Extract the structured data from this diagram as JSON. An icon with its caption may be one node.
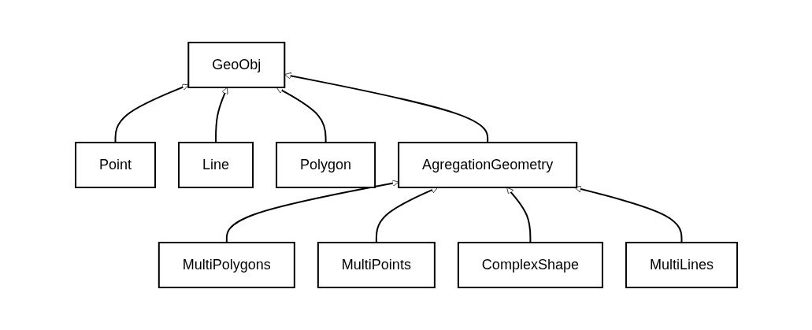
{
  "diagram": {
    "nodes": [
      {
        "text": [
          "Point"
        ]
      },
      {
        "text": [
          "Line"
        ]
      },
      {
        "text": [
          "Polygon"
        ]
      },
      {
        "text": [
          "GeoObj"
        ]
      },
      {
        "text": [
          "AgregationGeometry"
        ]
      },
      {
        "text": [
          "MultiPolygons"
        ]
      },
      {
        "text": [
          "MultiPoints"
        ]
      },
      {
        "text": [
          "ComplexShape"
        ]
      },
      {
        "text": [
          "MultiLines"
        ]
      }
    ],
    "edges": [
      {
        "from": 0,
        "to": 3,
        "arrow": "to"
      },
      {
        "from": 1,
        "to": 3,
        "arrow": "to"
      },
      {
        "from": 2,
        "to": 3,
        "arrow": "to"
      },
      {
        "from": 4,
        "to": 3,
        "arrow": "to"
      },
      {
        "from": 5,
        "to": 4,
        "arrow": "to"
      },
      {
        "from": 6,
        "to": 4,
        "arrow": "to"
      },
      {
        "from": 7,
        "to": 4,
        "arrow": "to"
      },
      {
        "from": 8,
        "to": 4,
        "arrow": "to"
      }
    ]
  }
}
